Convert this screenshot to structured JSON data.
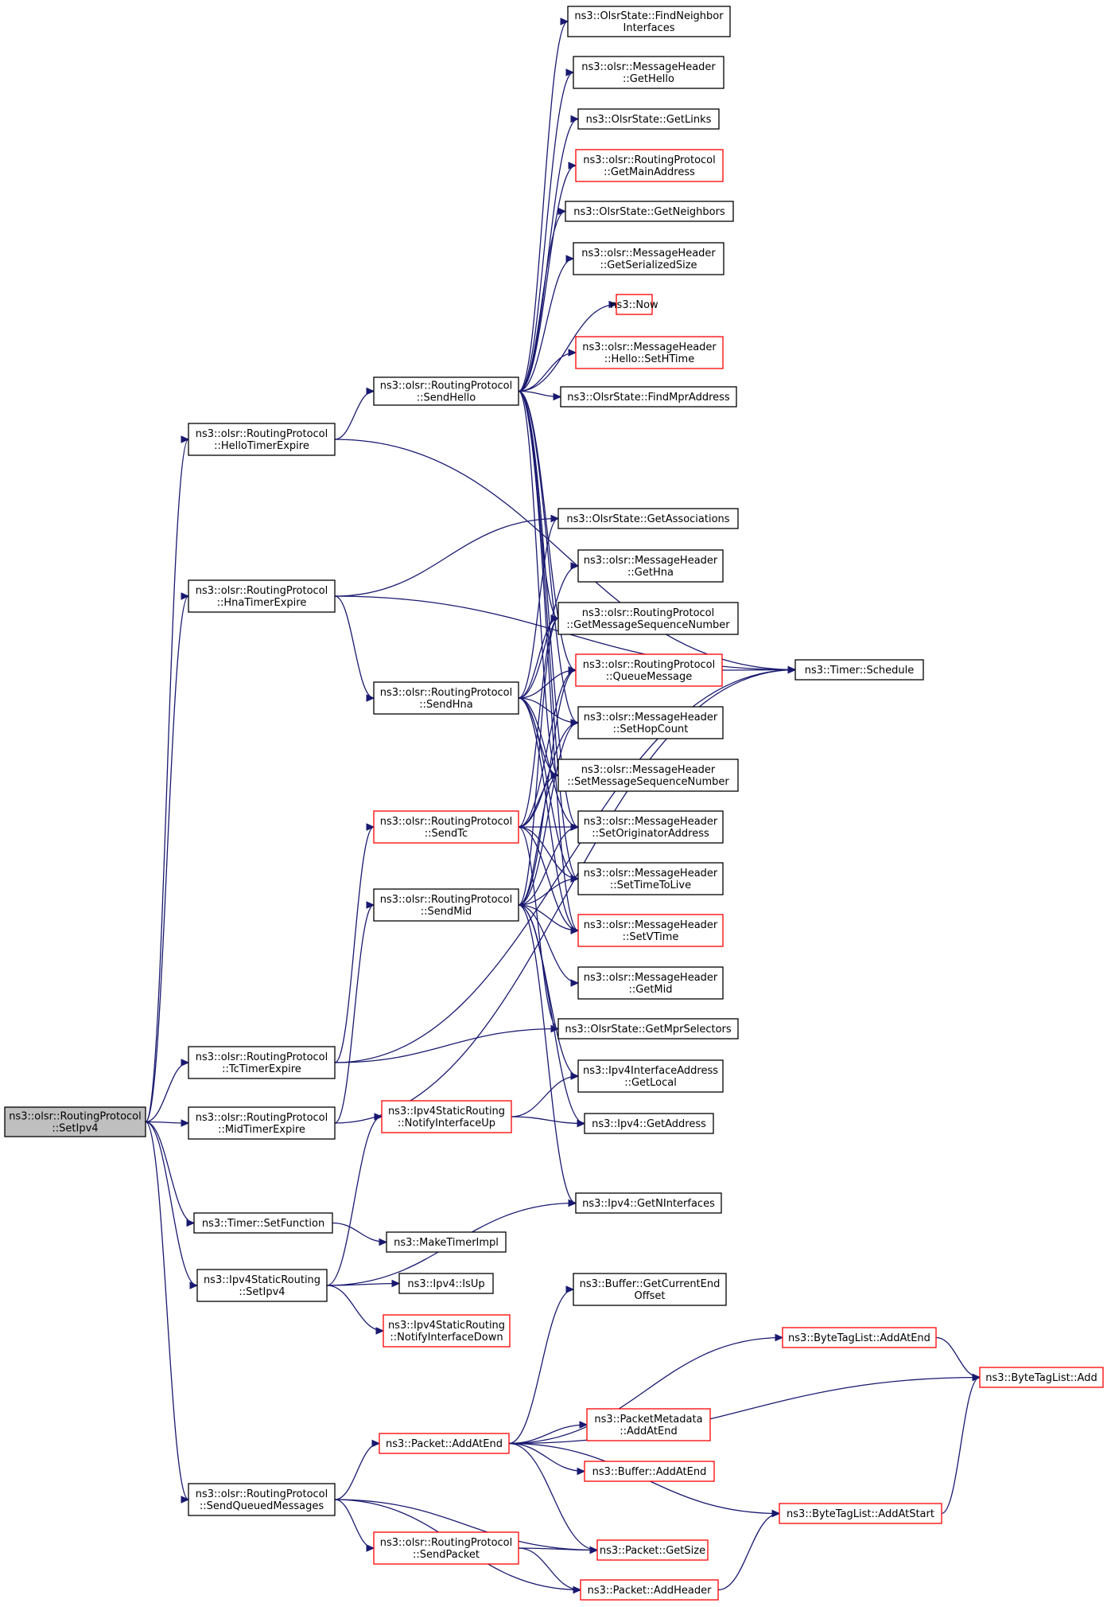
{
  "graph": {
    "kind": "call-graph",
    "nodes": [
      {
        "id": "setipv4",
        "lines": [
          "ns3::olsr::RoutingProtocol",
          "::SetIpv4"
        ],
        "style": "root"
      },
      {
        "id": "hellotimer",
        "lines": [
          "ns3::olsr::RoutingProtocol",
          "::HelloTimerExpire"
        ],
        "style": "black"
      },
      {
        "id": "hnatimer",
        "lines": [
          "ns3::olsr::RoutingProtocol",
          "::HnaTimerExpire"
        ],
        "style": "black"
      },
      {
        "id": "tctimer",
        "lines": [
          "ns3::olsr::RoutingProtocol",
          "::TcTimerExpire"
        ],
        "style": "black"
      },
      {
        "id": "midtimer",
        "lines": [
          "ns3::olsr::RoutingProtocol",
          "::MidTimerExpire"
        ],
        "style": "black"
      },
      {
        "id": "setfunction",
        "lines": [
          "ns3::Timer::SetFunction"
        ],
        "style": "black"
      },
      {
        "id": "staticsetipv4",
        "lines": [
          "ns3::Ipv4StaticRouting",
          "::SetIpv4"
        ],
        "style": "black"
      },
      {
        "id": "sendqueued",
        "lines": [
          "ns3::olsr::RoutingProtocol",
          "::SendQueuedMessages"
        ],
        "style": "black"
      },
      {
        "id": "sendhello",
        "lines": [
          "ns3::olsr::RoutingProtocol",
          "::SendHello"
        ],
        "style": "black"
      },
      {
        "id": "sendhna",
        "lines": [
          "ns3::olsr::RoutingProtocol",
          "::SendHna"
        ],
        "style": "black"
      },
      {
        "id": "sendtc",
        "lines": [
          "ns3::olsr::RoutingProtocol",
          "::SendTc"
        ],
        "style": "red"
      },
      {
        "id": "sendmid",
        "lines": [
          "ns3::olsr::RoutingProtocol",
          "::SendMid"
        ],
        "style": "black"
      },
      {
        "id": "notifyup",
        "lines": [
          "ns3::Ipv4StaticRouting",
          "::NotifyInterfaceUp"
        ],
        "style": "red"
      },
      {
        "id": "maketimerimpl",
        "lines": [
          "ns3::MakeTimerImpl"
        ],
        "style": "black"
      },
      {
        "id": "isup",
        "lines": [
          "ns3::Ipv4::IsUp"
        ],
        "style": "black"
      },
      {
        "id": "notifydown",
        "lines": [
          "ns3::Ipv4StaticRouting",
          "::NotifyInterfaceDown"
        ],
        "style": "red"
      },
      {
        "id": "packetaddatend",
        "lines": [
          "ns3::Packet::AddAtEnd"
        ],
        "style": "red"
      },
      {
        "id": "sendpacket",
        "lines": [
          "ns3::olsr::RoutingProtocol",
          "::SendPacket"
        ],
        "style": "red"
      },
      {
        "id": "findneighbor",
        "lines": [
          "ns3::OlsrState::FindNeighbor",
          "Interfaces"
        ],
        "style": "black"
      },
      {
        "id": "gethello",
        "lines": [
          "ns3::olsr::MessageHeader",
          "::GetHello"
        ],
        "style": "black"
      },
      {
        "id": "getlinks",
        "lines": [
          "ns3::OlsrState::GetLinks"
        ],
        "style": "black"
      },
      {
        "id": "getmainaddress",
        "lines": [
          "ns3::olsr::RoutingProtocol",
          "::GetMainAddress"
        ],
        "style": "red"
      },
      {
        "id": "getneighbors",
        "lines": [
          "ns3::OlsrState::GetNeighbors"
        ],
        "style": "black"
      },
      {
        "id": "getserializedsize",
        "lines": [
          "ns3::olsr::MessageHeader",
          "::GetSerializedSize"
        ],
        "style": "black"
      },
      {
        "id": "now",
        "lines": [
          "ns3::Now"
        ],
        "style": "red"
      },
      {
        "id": "sethtime",
        "lines": [
          "ns3::olsr::MessageHeader",
          "::Hello::SetHTime"
        ],
        "style": "red"
      },
      {
        "id": "findmpraddress",
        "lines": [
          "ns3::OlsrState::FindMprAddress"
        ],
        "style": "black"
      },
      {
        "id": "getassociations",
        "lines": [
          "ns3::OlsrState::GetAssociations"
        ],
        "style": "black"
      },
      {
        "id": "gethna",
        "lines": [
          "ns3::olsr::MessageHeader",
          "::GetHna"
        ],
        "style": "black"
      },
      {
        "id": "getmsgseq",
        "lines": [
          "ns3::olsr::RoutingProtocol",
          "::GetMessageSequenceNumber"
        ],
        "style": "black"
      },
      {
        "id": "queuemessage",
        "lines": [
          "ns3::olsr::RoutingProtocol",
          "::QueueMessage"
        ],
        "style": "red"
      },
      {
        "id": "sethopcount",
        "lines": [
          "ns3::olsr::MessageHeader",
          "::SetHopCount"
        ],
        "style": "black"
      },
      {
        "id": "setmsgseq",
        "lines": [
          "ns3::olsr::MessageHeader",
          "::SetMessageSequenceNumber"
        ],
        "style": "black"
      },
      {
        "id": "setoriginator",
        "lines": [
          "ns3::olsr::MessageHeader",
          "::SetOriginatorAddress"
        ],
        "style": "black"
      },
      {
        "id": "setttl",
        "lines": [
          "ns3::olsr::MessageHeader",
          "::SetTimeToLive"
        ],
        "style": "black"
      },
      {
        "id": "setvtime",
        "lines": [
          "ns3::olsr::MessageHeader",
          "::SetVTime"
        ],
        "style": "red"
      },
      {
        "id": "getmid",
        "lines": [
          "ns3::olsr::MessageHeader",
          "::GetMid"
        ],
        "style": "black"
      },
      {
        "id": "getmprselectors",
        "lines": [
          "ns3::OlsrState::GetMprSelectors"
        ],
        "style": "black"
      },
      {
        "id": "getlocal",
        "lines": [
          "ns3::Ipv4InterfaceAddress",
          "::GetLocal"
        ],
        "style": "black"
      },
      {
        "id": "getaddress",
        "lines": [
          "ns3::Ipv4::GetAddress"
        ],
        "style": "black"
      },
      {
        "id": "getninterfaces",
        "lines": [
          "ns3::Ipv4::GetNInterfaces"
        ],
        "style": "black"
      },
      {
        "id": "getcurrentend",
        "lines": [
          "ns3::Buffer::GetCurrentEnd",
          "Offset"
        ],
        "style": "black"
      },
      {
        "id": "bytetagaddatend",
        "lines": [
          "ns3::ByteTagList::AddAtEnd"
        ],
        "style": "red"
      },
      {
        "id": "metadataaddatend",
        "lines": [
          "ns3::PacketMetadata",
          "::AddAtEnd"
        ],
        "style": "red"
      },
      {
        "id": "bufferaddatend",
        "lines": [
          "ns3::Buffer::AddAtEnd"
        ],
        "style": "red"
      },
      {
        "id": "bytetagaddatstart",
        "lines": [
          "ns3::ByteTagList::AddAtStart"
        ],
        "style": "red"
      },
      {
        "id": "packetgetsize",
        "lines": [
          "ns3::Packet::GetSize"
        ],
        "style": "red"
      },
      {
        "id": "packetaddheader",
        "lines": [
          "ns3::Packet::AddHeader"
        ],
        "style": "red"
      },
      {
        "id": "timerschedule",
        "lines": [
          "ns3::Timer::Schedule"
        ],
        "style": "black"
      },
      {
        "id": "bytetagadd",
        "lines": [
          "ns3::ByteTagList::Add"
        ],
        "style": "red"
      }
    ],
    "edges": [
      [
        "setipv4",
        "hellotimer"
      ],
      [
        "setipv4",
        "hnatimer"
      ],
      [
        "setipv4",
        "tctimer"
      ],
      [
        "setipv4",
        "midtimer"
      ],
      [
        "setipv4",
        "setfunction"
      ],
      [
        "setipv4",
        "staticsetipv4"
      ],
      [
        "setipv4",
        "sendqueued"
      ],
      [
        "hellotimer",
        "sendhello"
      ],
      [
        "hellotimer",
        "timerschedule"
      ],
      [
        "hnatimer",
        "getassociations"
      ],
      [
        "hnatimer",
        "sendhna"
      ],
      [
        "hnatimer",
        "timerschedule"
      ],
      [
        "tctimer",
        "sendtc"
      ],
      [
        "tctimer",
        "getmprselectors"
      ],
      [
        "tctimer",
        "timerschedule"
      ],
      [
        "midtimer",
        "sendmid"
      ],
      [
        "midtimer",
        "timerschedule"
      ],
      [
        "setfunction",
        "maketimerimpl"
      ],
      [
        "staticsetipv4",
        "notifyup"
      ],
      [
        "staticsetipv4",
        "isup"
      ],
      [
        "staticsetipv4",
        "notifydown"
      ],
      [
        "staticsetipv4",
        "getninterfaces"
      ],
      [
        "sendqueued",
        "packetaddatend"
      ],
      [
        "sendqueued",
        "sendpacket"
      ],
      [
        "sendqueued",
        "packetgetsize"
      ],
      [
        "sendqueued",
        "packetaddheader"
      ],
      [
        "sendhello",
        "findneighbor"
      ],
      [
        "sendhello",
        "gethello"
      ],
      [
        "sendhello",
        "getlinks"
      ],
      [
        "sendhello",
        "getmainaddress"
      ],
      [
        "sendhello",
        "getneighbors"
      ],
      [
        "sendhello",
        "getserializedsize"
      ],
      [
        "sendhello",
        "now"
      ],
      [
        "sendhello",
        "sethtime"
      ],
      [
        "sendhello",
        "findmpraddress"
      ],
      [
        "sendhello",
        "getmsgseq"
      ],
      [
        "sendhello",
        "queuemessage"
      ],
      [
        "sendhello",
        "sethopcount"
      ],
      [
        "sendhello",
        "setmsgseq"
      ],
      [
        "sendhello",
        "setoriginator"
      ],
      [
        "sendhello",
        "setttl"
      ],
      [
        "sendhello",
        "setvtime"
      ],
      [
        "sendhna",
        "getassociations"
      ],
      [
        "sendhna",
        "gethna"
      ],
      [
        "sendhna",
        "getmsgseq"
      ],
      [
        "sendhna",
        "queuemessage"
      ],
      [
        "sendhna",
        "sethopcount"
      ],
      [
        "sendhna",
        "setmsgseq"
      ],
      [
        "sendhna",
        "setoriginator"
      ],
      [
        "sendhna",
        "setttl"
      ],
      [
        "sendhna",
        "setvtime"
      ],
      [
        "sendtc",
        "getmsgseq"
      ],
      [
        "sendtc",
        "queuemessage"
      ],
      [
        "sendtc",
        "sethopcount"
      ],
      [
        "sendtc",
        "setmsgseq"
      ],
      [
        "sendtc",
        "setoriginator"
      ],
      [
        "sendtc",
        "setttl"
      ],
      [
        "sendtc",
        "setvtime"
      ],
      [
        "sendtc",
        "getmprselectors"
      ],
      [
        "sendmid",
        "getmsgseq"
      ],
      [
        "sendmid",
        "queuemessage"
      ],
      [
        "sendmid",
        "sethopcount"
      ],
      [
        "sendmid",
        "setmsgseq"
      ],
      [
        "sendmid",
        "setoriginator"
      ],
      [
        "sendmid",
        "setttl"
      ],
      [
        "sendmid",
        "setvtime"
      ],
      [
        "sendmid",
        "getmid"
      ],
      [
        "sendmid",
        "getlocal"
      ],
      [
        "sendmid",
        "getaddress"
      ],
      [
        "sendmid",
        "getninterfaces"
      ],
      [
        "notifyup",
        "getlocal"
      ],
      [
        "notifyup",
        "getaddress"
      ],
      [
        "queuemessage",
        "timerschedule"
      ],
      [
        "packetaddatend",
        "getcurrentend"
      ],
      [
        "packetaddatend",
        "bytetagaddatend"
      ],
      [
        "packetaddatend",
        "bytetagadd"
      ],
      [
        "packetaddatend",
        "metadataaddatend"
      ],
      [
        "packetaddatend",
        "bufferaddatend"
      ],
      [
        "packetaddatend",
        "bytetagaddatstart"
      ],
      [
        "packetaddatend",
        "packetgetsize"
      ],
      [
        "sendpacket",
        "packetgetsize"
      ],
      [
        "sendpacket",
        "packetaddheader"
      ],
      [
        "bytetagaddatend",
        "bytetagadd"
      ],
      [
        "bytetagaddatstart",
        "bytetagadd"
      ],
      [
        "packetaddheader",
        "bytetagaddatstart"
      ]
    ]
  }
}
